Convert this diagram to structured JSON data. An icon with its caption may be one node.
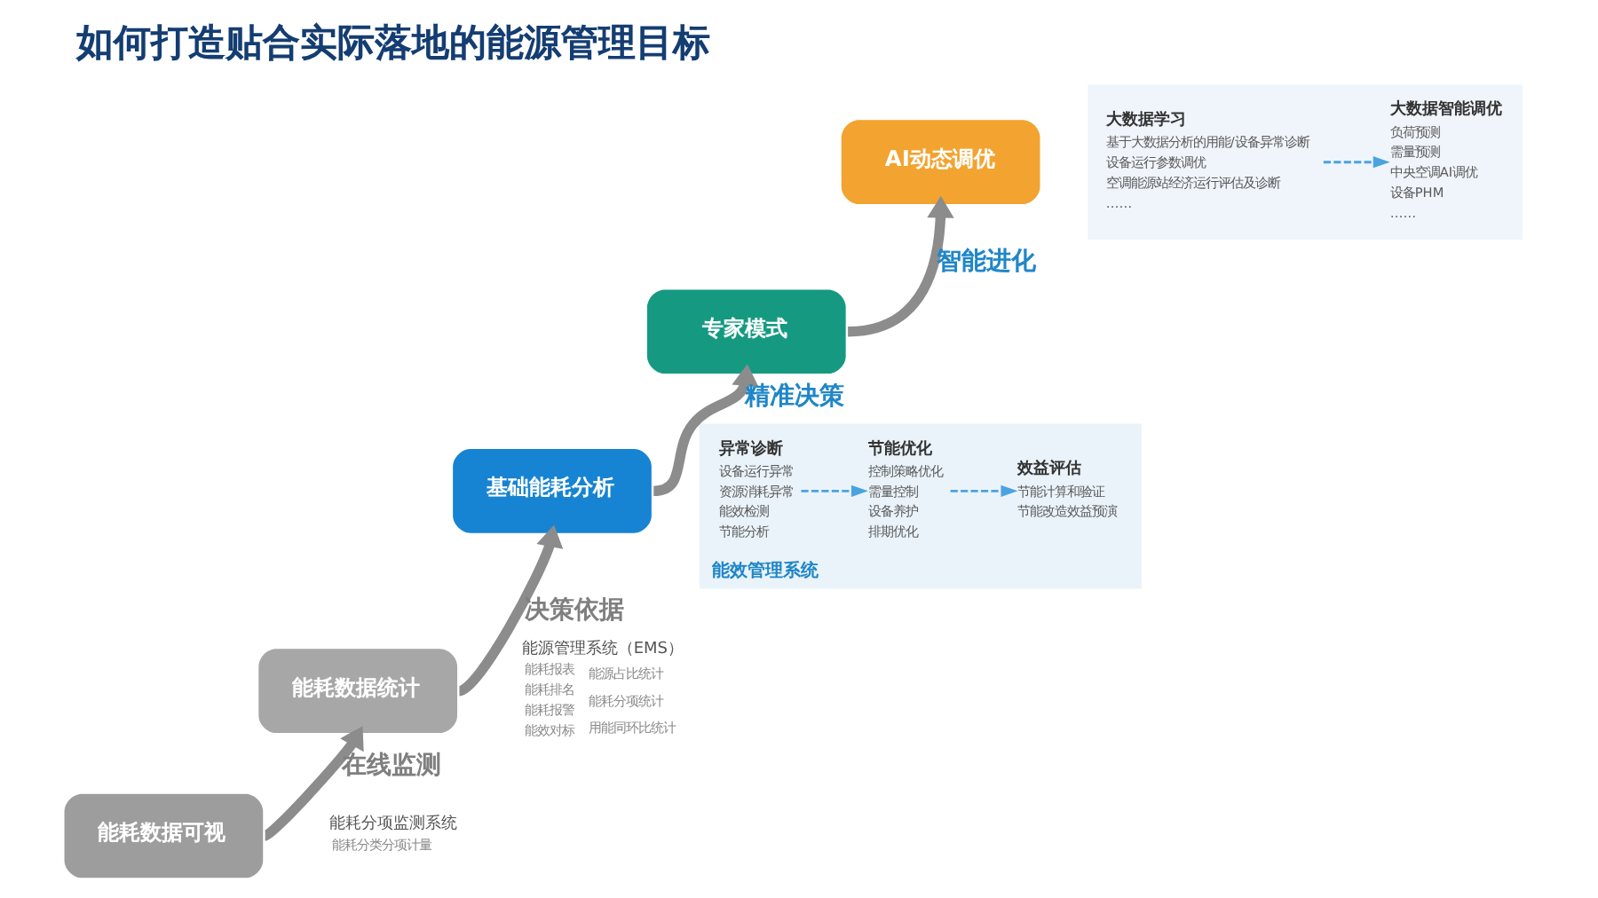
{
  "diagram": {
    "title": "如何打造贴合实际落地的能源管理目标",
    "nodes": [
      {
        "text": [
          "能耗数据可视"
        ]
      },
      {
        "text": [
          "能耗数据统计"
        ]
      },
      {
        "text": [
          "基础能耗分析"
        ]
      },
      {
        "text": [
          "专家模式"
        ]
      },
      {
        "text": [
          "AI动态调优"
        ]
      },
      {
        "text": [],
        "shape": "box"
      },
      {
        "text": [
          "大数据学习",
          "基于大数据分析的用能/设备异常诊断",
          "设备运行参数调优",
          "空调能源站经济运行评估及诊断",
          "……"
        ],
        "in": 5
      },
      {
        "text": [
          "大数据智能调优",
          "负荷预测",
          "需量预测",
          "中央空调AI调优",
          "设备PHM",
          "……"
        ],
        "in": 5
      },
      {
        "text": [
          "能效管理系统"
        ]
      },
      {
        "text": [
          "异常诊断",
          "设备运行异常",
          "资源消耗异常",
          "能效检测",
          "节能分析"
        ],
        "in": 8
      },
      {
        "text": [
          "节能优化",
          "控制策略优化",
          "需量控制",
          "设备养护",
          "排期优化"
        ],
        "in": 8
      },
      {
        "text": [
          "效益评估",
          "节能计算和验证",
          "节能改造效益预演"
        ],
        "in": 8
      }
    ],
    "edges": [
      {
        "from": 0,
        "to": 1,
        "arrow": "to",
        "label": "在线监测"
      },
      {
        "from": 1,
        "to": 2,
        "arrow": "to",
        "label": "决策依据"
      },
      {
        "from": 2,
        "to": 3,
        "arrow": "to",
        "label": "精准决策"
      },
      {
        "from": 3,
        "to": 4,
        "arrow": "to",
        "label": "智能进化"
      },
      {
        "from": 6,
        "to": 7,
        "arrow": "to",
        "style": "dashed",
        "color": "#4aa3df"
      },
      {
        "from": 9,
        "to": 10,
        "arrow": "to",
        "style": "dashed",
        "color": "#4aa3df"
      },
      {
        "from": 10,
        "to": 11,
        "arrow": "to",
        "style": "dashed",
        "color": "#4aa3df"
      }
    ],
    "labels": [
      "能源管理系统（EMS）",
      "能耗报表",
      "能耗排名",
      "能耗报警",
      "能效对标",
      "能源占比统计",
      "能耗分项统计",
      "用能同环比统计",
      "能耗分项监测系统",
      "能耗分类分项计量"
    ]
  }
}
